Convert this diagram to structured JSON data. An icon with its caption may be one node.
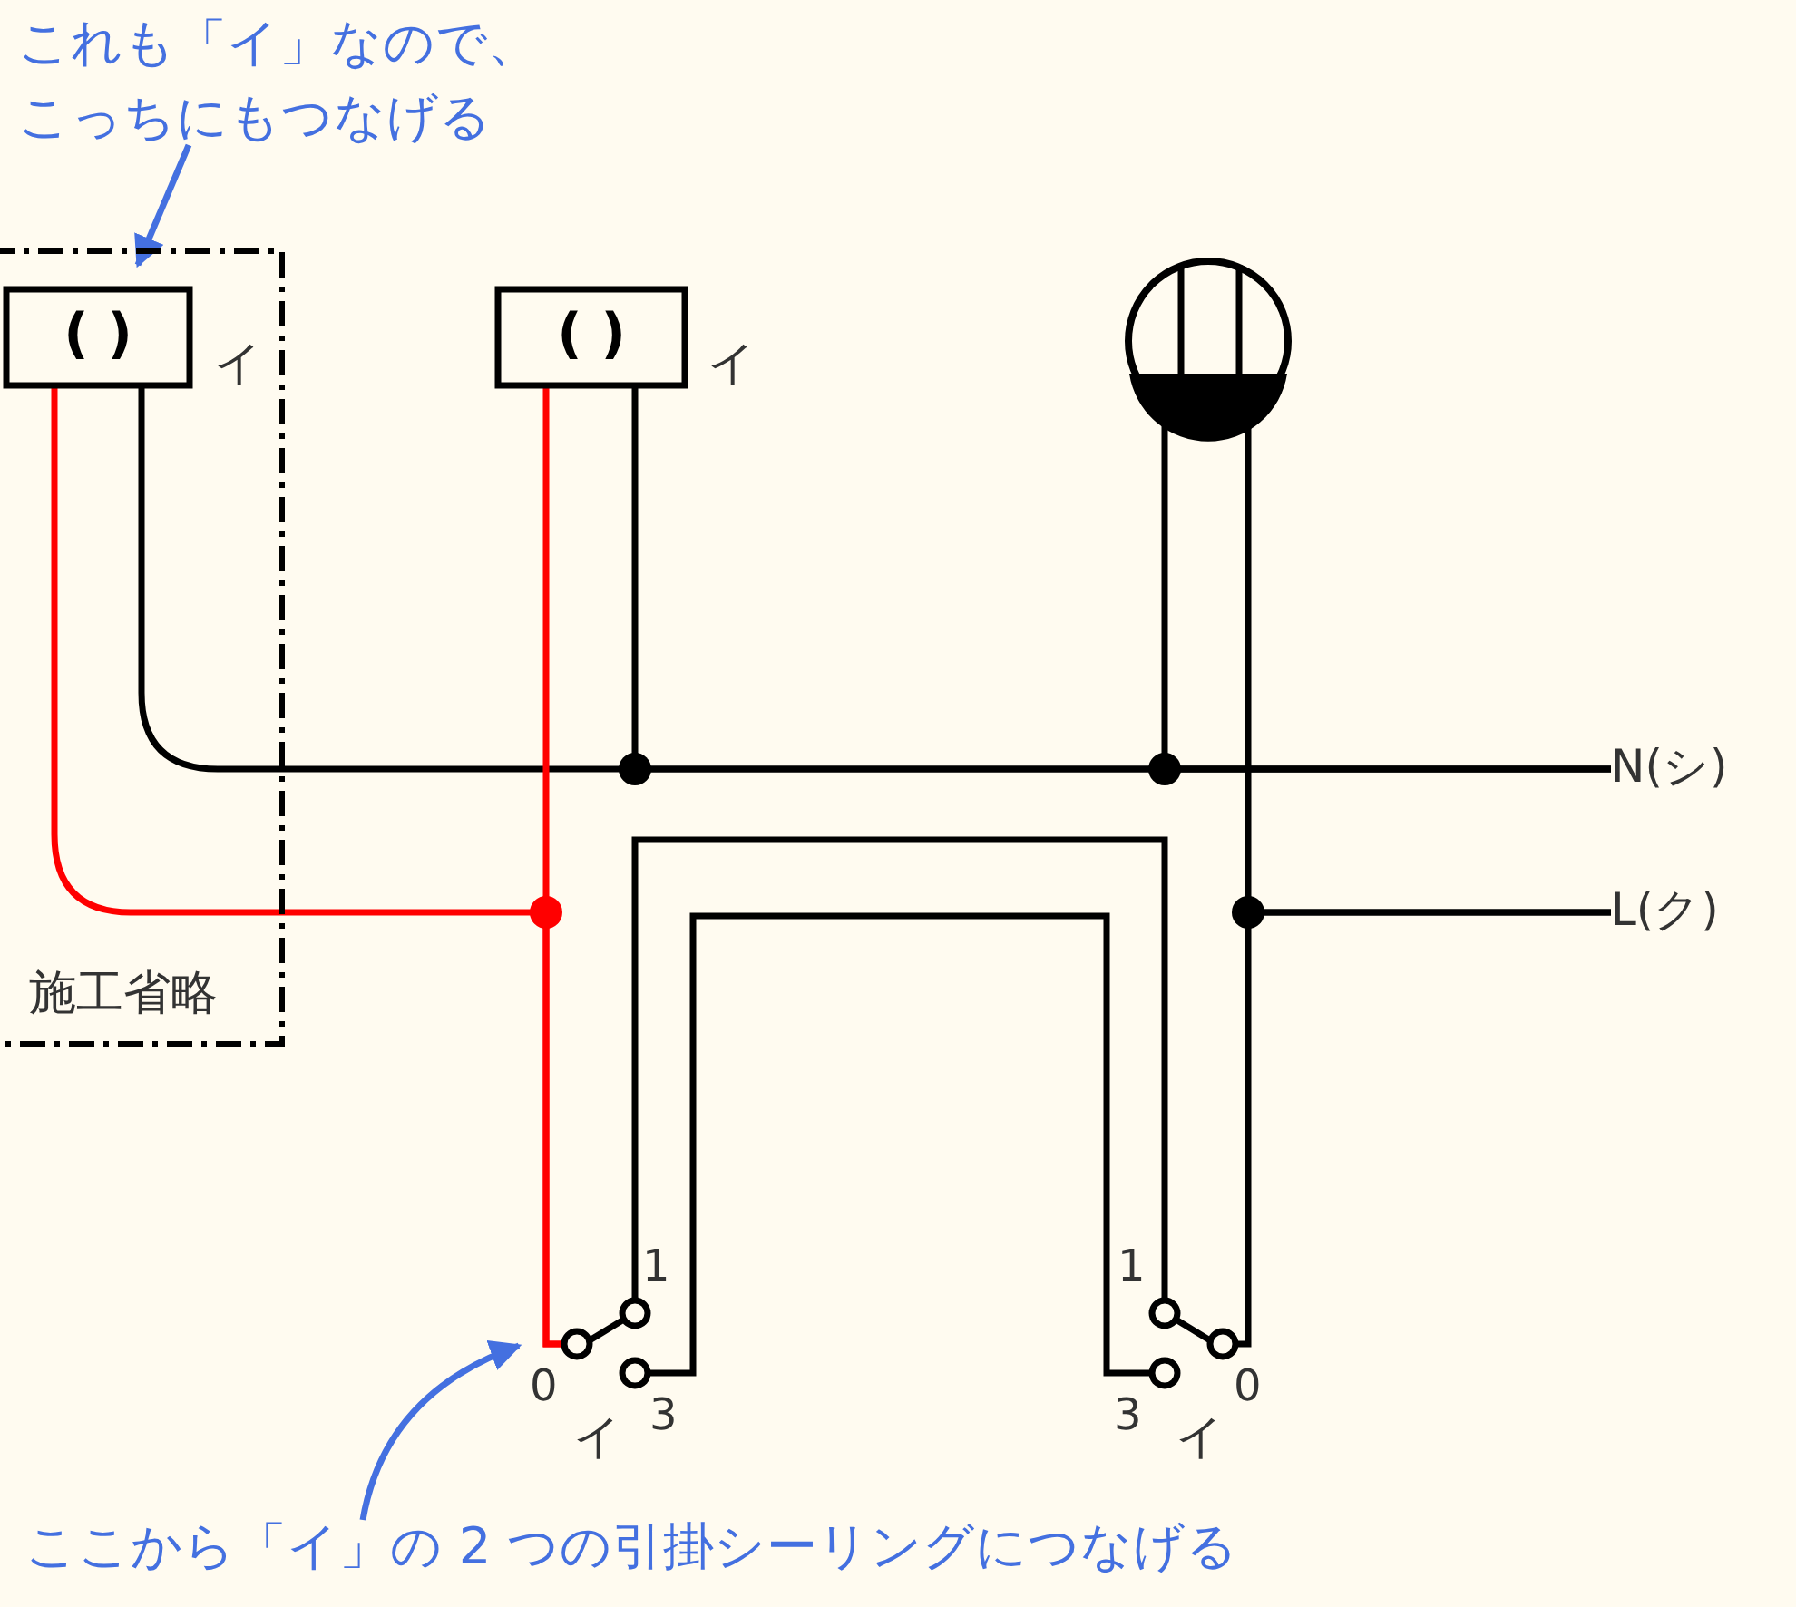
{
  "diagram": {
    "nodes": [
      {
        "text": [
          "施工省略"
        ]
      },
      {
        "text": [
          "( )"
        ],
        "beside": [
          "イ"
        ],
        "in": 0
      },
      {
        "text": [
          "( )"
        ],
        "beside": [
          "イ"
        ]
      },
      {
        "text": [],
        "shape": "circle"
      },
      {
        "text": [],
        "shape": "picture",
        "beside": [
          "1",
          "0",
          "3",
          "イ"
        ]
      },
      {
        "text": [],
        "shape": "picture",
        "beside": [
          "1",
          "3",
          "0",
          "イ"
        ]
      },
      {
        "text": [
          "N(シ)"
        ]
      },
      {
        "text": [
          "L(ク)"
        ]
      },
      {
        "text": [
          "これも「イ」なので、こっちにもつなげる"
        ]
      },
      {
        "text": [
          "ここから「イ」の 2 つの引掛シーリングにつなげる"
        ]
      }
    ],
    "edges": [
      {
        "from": 6,
        "to": 1,
        "arrow": "none"
      },
      {
        "from": 6,
        "to": 2,
        "arrow": "none"
      },
      {
        "from": 6,
        "to": 3,
        "arrow": "none"
      },
      {
        "from": 7,
        "to": 3,
        "arrow": "none"
      },
      {
        "from": 7,
        "to": 5,
        "arrow": "none"
      },
      {
        "from": 4,
        "to": 5,
        "arrow": "none"
      },
      {
        "from": 4,
        "to": 5,
        "arrow": "none"
      },
      {
        "from": 4,
        "to": 2,
        "arrow": "none",
        "color": "#ff0000"
      },
      {
        "from": 4,
        "to": 1,
        "arrow": "none",
        "color": "#ff0000"
      },
      {
        "from": 8,
        "to": 1,
        "arrow": "to",
        "color": "#4470e0"
      },
      {
        "from": 9,
        "to": 4,
        "arrow": "to",
        "color": "#4470e0"
      }
    ]
  }
}
